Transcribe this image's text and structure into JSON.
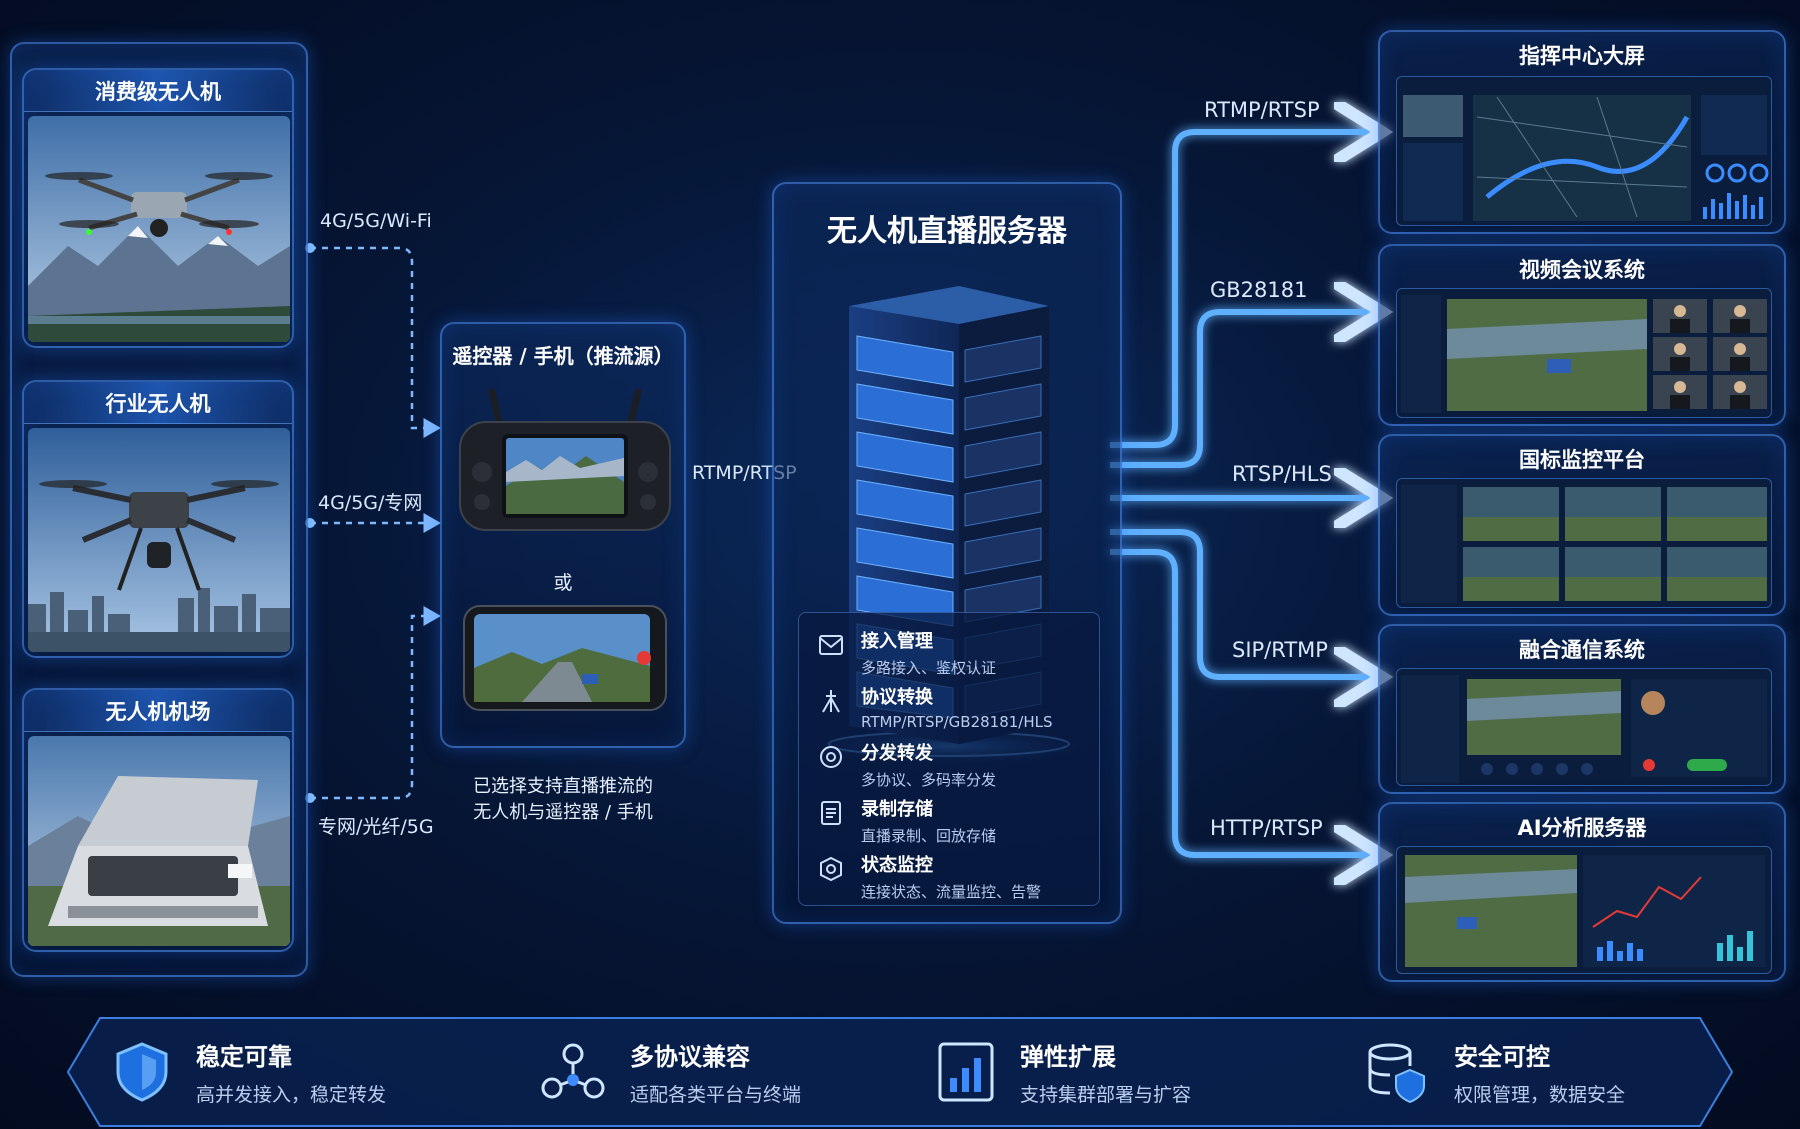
{
  "sources": [
    {
      "title": "消费级无人机",
      "link": "4G/5G/Wi-Fi"
    },
    {
      "title": "行业无人机",
      "link": "4G/5G/专网"
    },
    {
      "title": "无人机机场",
      "link": "专网/光纤/5G"
    }
  ],
  "pusher": {
    "title": "遥控器 / 手机（推流源）",
    "or": "或",
    "note_line1": "已选择支持直播推流的",
    "note_line2": "无人机与遥控器 / 手机",
    "out_protocol": "RTMP/RTSP"
  },
  "server": {
    "title": "无人机直播服务器",
    "functions": [
      {
        "icon": "access-icon",
        "title": "接入管理",
        "sub": "多路接入、鉴权认证"
      },
      {
        "icon": "convert-icon",
        "title": "协议转换",
        "sub": "RTMP/RTSP/GB28181/HLS"
      },
      {
        "icon": "distribute-icon",
        "title": "分发转发",
        "sub": "多协议、多码率分发"
      },
      {
        "icon": "record-icon",
        "title": "录制存储",
        "sub": "直播录制、回放存储"
      },
      {
        "icon": "monitor-icon",
        "title": "状态监控",
        "sub": "连接状态、流量监控、告警"
      }
    ]
  },
  "targets": [
    {
      "title": "指挥中心大屏",
      "protocol": "RTMP/RTSP"
    },
    {
      "title": "视频会议系统",
      "protocol": "GB28181"
    },
    {
      "title": "国标监控平台",
      "protocol": "RTSP/HLS"
    },
    {
      "title": "融合通信系统",
      "protocol": "SIP/RTMP"
    },
    {
      "title": "AI分析服务器",
      "protocol": "HTTP/RTSP"
    }
  ],
  "features": [
    {
      "icon": "shield-icon",
      "title": "稳定可靠",
      "sub": "高并发接入，稳定转发"
    },
    {
      "icon": "network-icon",
      "title": "多协议兼容",
      "sub": "适配各类平台与终端"
    },
    {
      "icon": "chart-icon",
      "title": "弹性扩展",
      "sub": "支持集群部署与扩容"
    },
    {
      "icon": "secure-db-icon",
      "title": "安全可控",
      "sub": "权限管理，数据安全"
    }
  ],
  "colors": {
    "accent": "#3d8bff",
    "glow": "#5fb0ff",
    "panel_border": "#5096ff"
  }
}
